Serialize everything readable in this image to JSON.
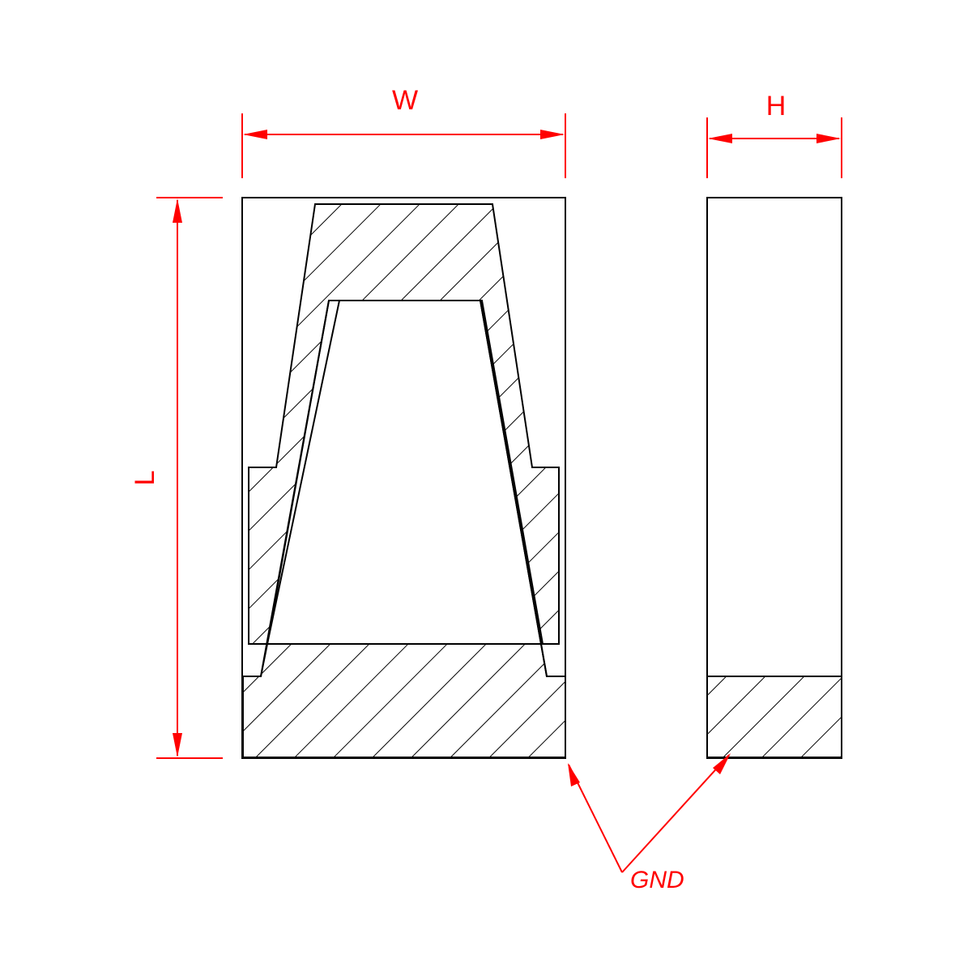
{
  "labels": {
    "width": "W",
    "height": "H",
    "length": "L",
    "ground": "GND"
  },
  "colors": {
    "dimension": "#ff0000",
    "outline": "#000000",
    "background": "#ffffff"
  }
}
